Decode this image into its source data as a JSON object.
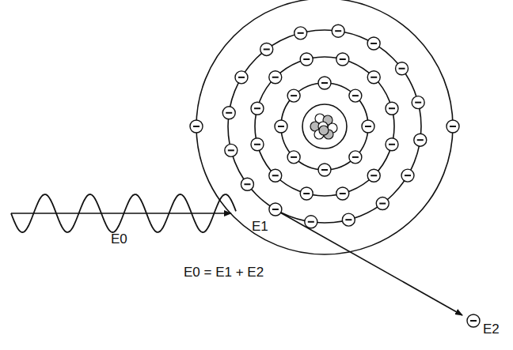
{
  "diagram": {
    "labels": [
      "E0",
      "E1",
      "E2",
      "E0 = E1 + E2"
    ]
  }
}
